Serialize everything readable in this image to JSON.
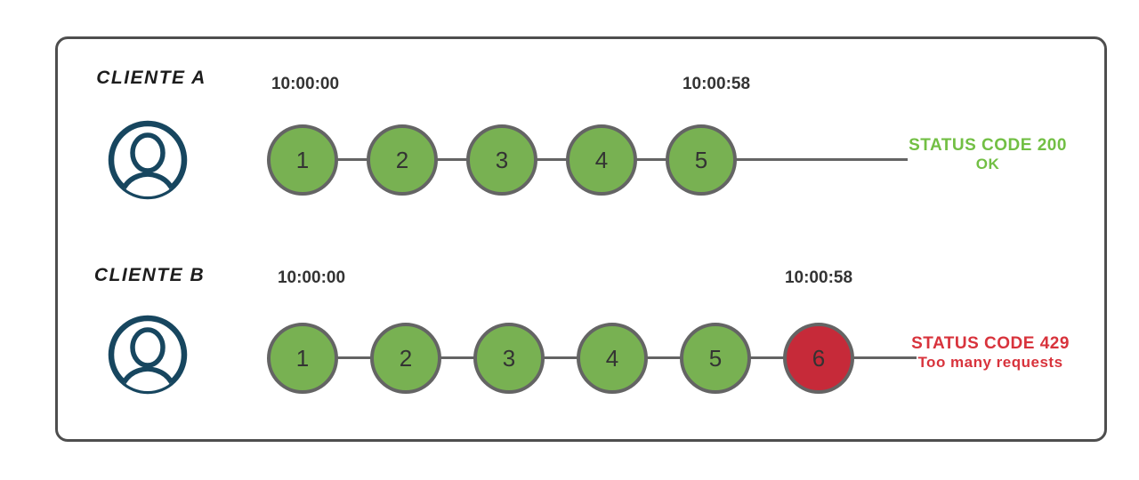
{
  "clients": [
    {
      "label": "CLIENTE A",
      "start_time": "10:00:00",
      "end_time": "10:00:58",
      "requests": [
        {
          "label": "1",
          "result": "allowed"
        },
        {
          "label": "2",
          "result": "allowed"
        },
        {
          "label": "3",
          "result": "allowed"
        },
        {
          "label": "4",
          "result": "allowed"
        },
        {
          "label": "5",
          "result": "allowed"
        }
      ],
      "status": {
        "line1": "STATUS CODE 200",
        "line2": "OK"
      }
    },
    {
      "label": "CLIENTE B",
      "start_time": "10:00:00",
      "end_time": "10:00:58",
      "requests": [
        {
          "label": "1",
          "result": "allowed"
        },
        {
          "label": "2",
          "result": "allowed"
        },
        {
          "label": "3",
          "result": "allowed"
        },
        {
          "label": "4",
          "result": "allowed"
        },
        {
          "label": "5",
          "result": "allowed"
        },
        {
          "label": "6",
          "result": "blocked"
        }
      ],
      "status": {
        "line1": "STATUS CODE 429",
        "line2": "Too many requests"
      }
    }
  ],
  "colors": {
    "allowed_fill": "#78b152",
    "blocked_fill": "#c62a39",
    "node_stroke": "#646464",
    "timeline": "#646464",
    "ok_text": "#72bf44",
    "error_text": "#d8333c",
    "person_icon": "#17465f",
    "panel_border": "#4e4e4e",
    "timestamp_text": "#333333"
  }
}
